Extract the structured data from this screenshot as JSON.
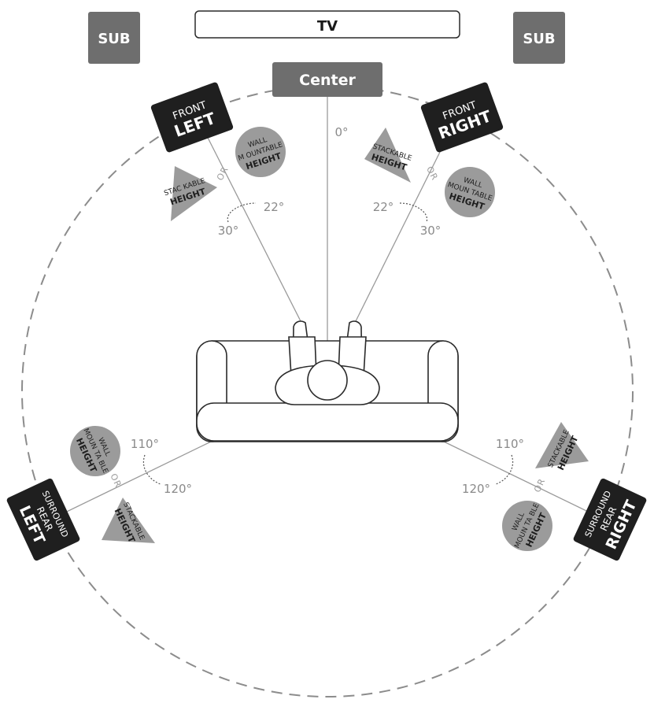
{
  "labels": {
    "tv": "TV",
    "sub": "SUB",
    "center": "Center",
    "front": "FRONT",
    "left": "LEFT",
    "right": "RIGHT",
    "surround": "SURROUND",
    "rear": "REAR",
    "or": "OR",
    "stackable": "STACKABLE",
    "stac_kable": "STAC KABLE",
    "height": "HEIGHT",
    "wall": "WALL",
    "mountable": "MOUNTABLE",
    "m_ountable": "M OUNTABLE",
    "moun_table": "MOUN TABLE",
    "moun_ta_ble": "MOUN TA BLE"
  },
  "angles": {
    "center": "0°",
    "front_a": "22°",
    "front_b": "30°",
    "rear_a": "110°",
    "rear_b": "120°"
  },
  "colors": {
    "speaker_dark": "#1f1f1f",
    "box_gray": "#6e6e6e",
    "shape_gray": "#9b9b9b",
    "line": "#9a9a9a",
    "outline": "#2a2a2a"
  }
}
